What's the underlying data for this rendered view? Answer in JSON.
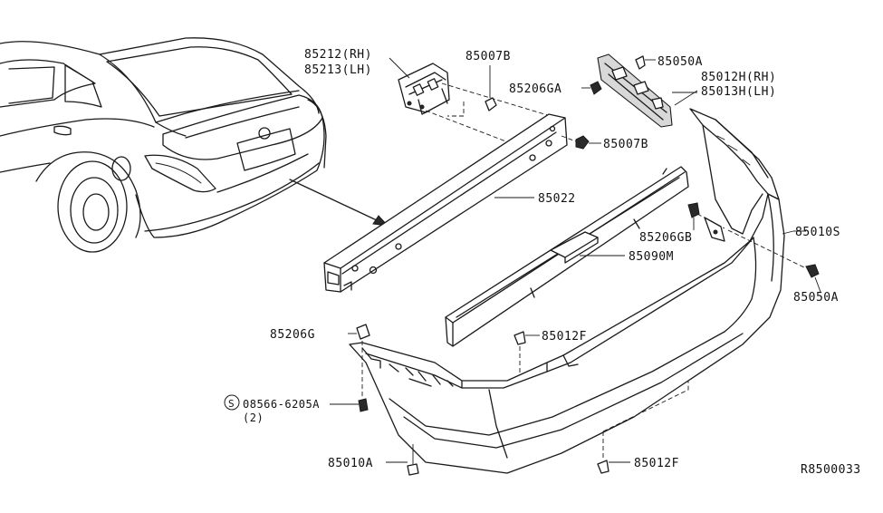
{
  "labels": {
    "p85212": "85212(RH)",
    "p85213": "85213(LH)",
    "p85007b_top": "85007B",
    "p85206ga": "85206GA",
    "p85050a_top": "85050A",
    "p85012h": "85012H(RH)",
    "p85013h": "85013H(LH)",
    "p85007b_mid": "85007B",
    "p85022": "85022",
    "p85206gb": "85206GB",
    "p85010s": "85010S",
    "p85090m": "85090M",
    "p85050a_bot": "85050A",
    "p85206g": "85206G",
    "p85012f_top": "85012F",
    "bolt_circle": "S",
    "bolt_code": "08566-6205A",
    "bolt_qty": "(2)",
    "p85010a": "85010A",
    "p85012f_bot": "85012F",
    "diagram_id": "R8500033"
  }
}
